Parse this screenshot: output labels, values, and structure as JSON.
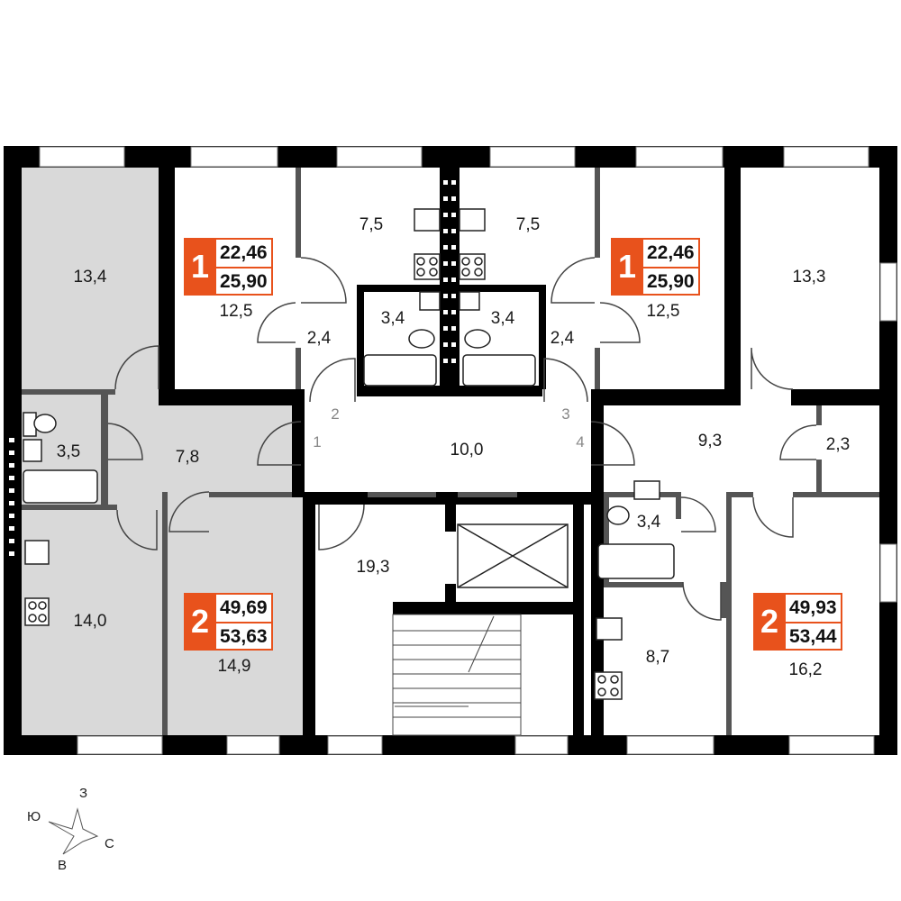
{
  "rooms": {
    "r1": "13,4",
    "r2": "12,5",
    "r3": "7,5",
    "r4": "3,4",
    "r5": "2,4",
    "r6": "7,5",
    "r7": "3,4",
    "r8": "2,4",
    "r9": "12,5",
    "r10": "13,3",
    "r11": "3,5",
    "r12": "7,8",
    "r13": "10,0",
    "r14": "9,3",
    "r15": "2,3",
    "r16": "14,0",
    "r17": "14,9",
    "r18": "19,3",
    "r19": "3,4",
    "r20": "8,7",
    "r21": "16,2"
  },
  "doors": {
    "d1": "1",
    "d2": "2",
    "d3": "3",
    "d4": "4"
  },
  "apartments": [
    {
      "rooms": "1",
      "living_area": "22,46",
      "total_area": "25,90"
    },
    {
      "rooms": "1",
      "living_area": "22,46",
      "total_area": "25,90"
    },
    {
      "rooms": "2",
      "living_area": "49,69",
      "total_area": "53,63"
    },
    {
      "rooms": "2",
      "living_area": "49,93",
      "total_area": "53,44"
    }
  ],
  "compass": {
    "north": "З",
    "east": "С",
    "south": "В",
    "west": "Ю"
  },
  "colors": {
    "accent": "#e8521c",
    "wall": "#000000",
    "highlight": "#d9d9d9",
    "partition": "#555555"
  }
}
